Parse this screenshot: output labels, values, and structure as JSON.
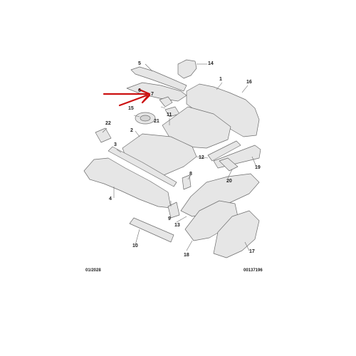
{
  "callouts": {
    "c1": "1",
    "c2": "2",
    "c3": "3",
    "c4": "4",
    "c5": "5",
    "c6": "6",
    "c7": "7",
    "c8": "8",
    "c9": "9",
    "c10": "10",
    "c11": "11",
    "c12": "12",
    "c13": "13",
    "c14": "14",
    "c15": "15",
    "c16": "16",
    "c17": "17",
    "c18": "18",
    "c19": "19",
    "c20": "20",
    "c21": "21",
    "c22": "22"
  },
  "footer": {
    "date": "01/2028",
    "reference": "00137196"
  },
  "highlight_color": "#cc1111",
  "part_fill": "#e6e6e6",
  "outline_color": "#6e6e6e"
}
